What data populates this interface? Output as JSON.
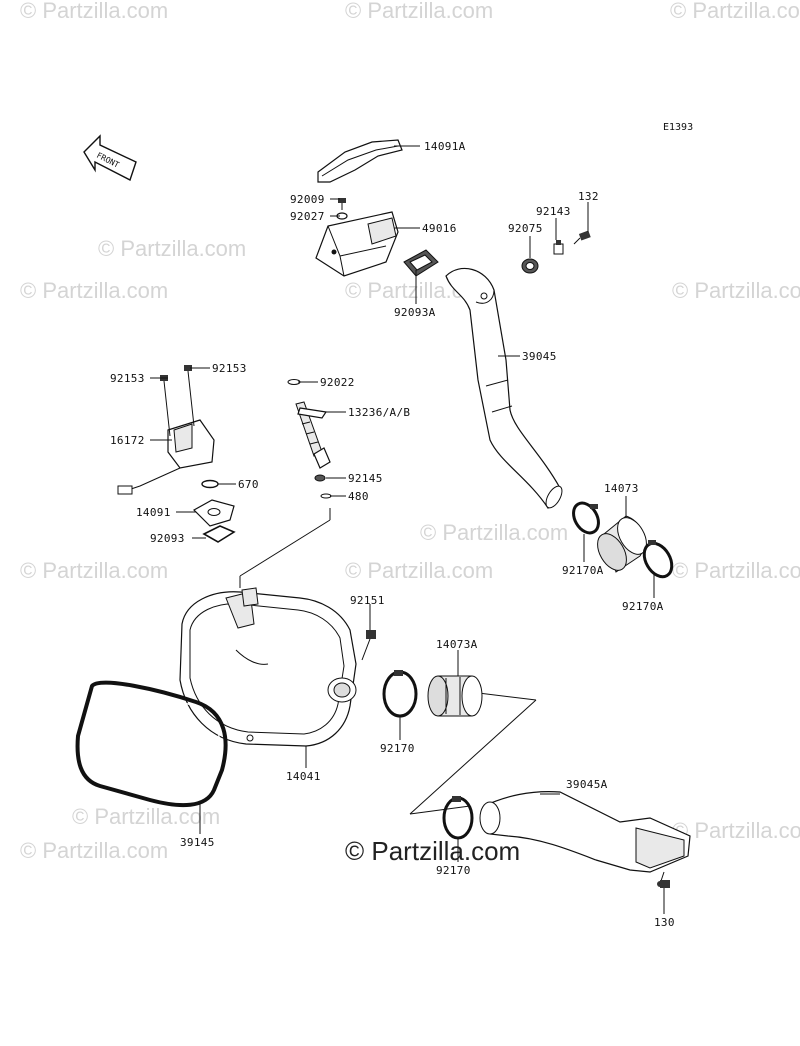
{
  "diagram": {
    "code": "E1393",
    "front_label": "FRONT",
    "watermark": "© Partzilla.com",
    "watermark_center": "© Partzilla.com"
  },
  "parts": [
    {
      "id": "p14091A",
      "label": "14091A"
    },
    {
      "id": "p92009",
      "label": "92009"
    },
    {
      "id": "p92027",
      "label": "92027"
    },
    {
      "id": "p49016",
      "label": "49016"
    },
    {
      "id": "p92093A",
      "label": "92093A"
    },
    {
      "id": "p92075",
      "label": "92075"
    },
    {
      "id": "p92143",
      "label": "92143"
    },
    {
      "id": "p132",
      "label": "132"
    },
    {
      "id": "p39045",
      "label": "39045"
    },
    {
      "id": "p92153a",
      "label": "92153"
    },
    {
      "id": "p92153b",
      "label": "92153"
    },
    {
      "id": "p92022",
      "label": "92022"
    },
    {
      "id": "p13236",
      "label": "13236/A/B"
    },
    {
      "id": "p16172",
      "label": "16172"
    },
    {
      "id": "p670",
      "label": "670"
    },
    {
      "id": "p92145",
      "label": "92145"
    },
    {
      "id": "p480",
      "label": "480"
    },
    {
      "id": "p14091",
      "label": "14091"
    },
    {
      "id": "p92093",
      "label": "92093"
    },
    {
      "id": "p14073",
      "label": "14073"
    },
    {
      "id": "p92170A1",
      "label": "92170A"
    },
    {
      "id": "p92170A2",
      "label": "92170A"
    },
    {
      "id": "p92151",
      "label": "92151"
    },
    {
      "id": "p14073A",
      "label": "14073A"
    },
    {
      "id": "p92170a",
      "label": "92170"
    },
    {
      "id": "p14041",
      "label": "14041"
    },
    {
      "id": "p39145",
      "label": "39145"
    },
    {
      "id": "p39045A",
      "label": "39045A"
    },
    {
      "id": "p92170b",
      "label": "92170"
    },
    {
      "id": "p130",
      "label": "130"
    }
  ]
}
